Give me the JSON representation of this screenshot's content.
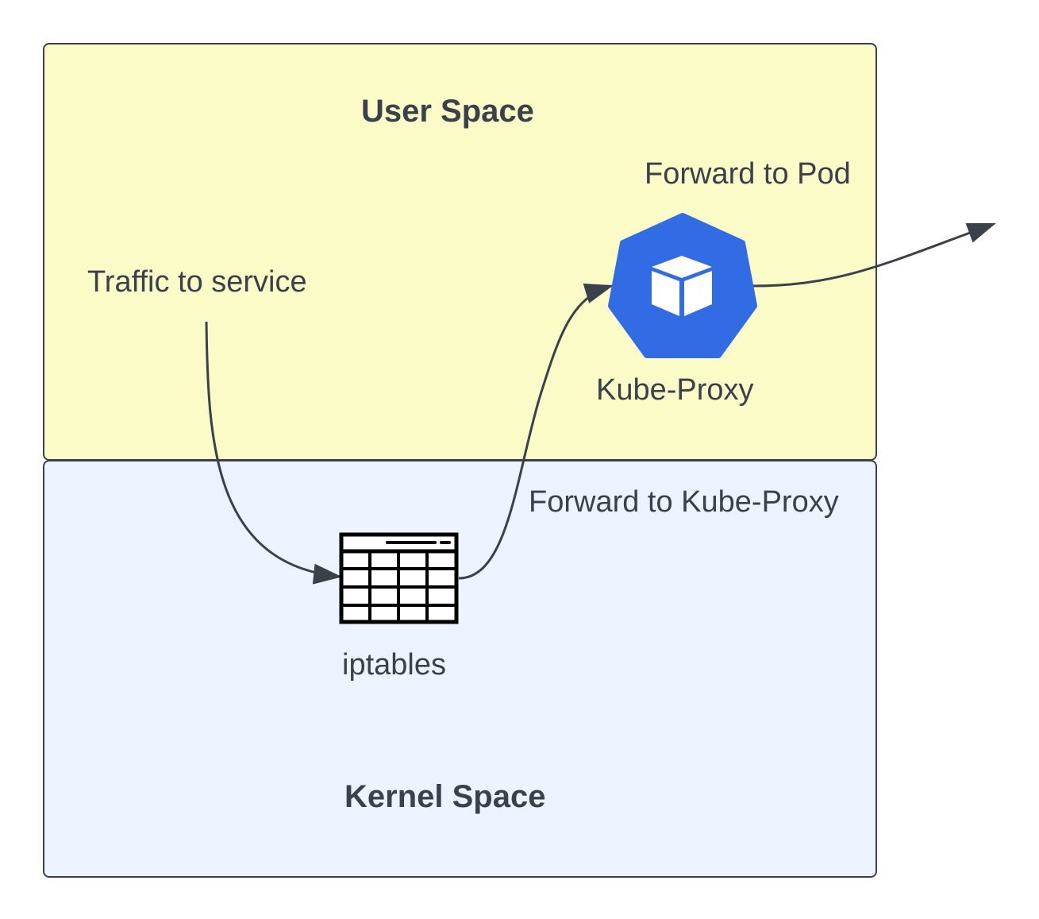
{
  "colors": {
    "user_space_fill": "#fbfbc8",
    "kernel_space_fill": "#edf4ff",
    "border": "#3a414a",
    "text": "#3a414a",
    "kube_blue": "#326ce5",
    "arrow": "#3a414a"
  },
  "user_space": {
    "title": "User Space"
  },
  "kernel_space": {
    "title": "Kernel Space"
  },
  "labels": {
    "traffic_to_service": "Traffic to service",
    "forward_to_pod": "Forward to Pod",
    "forward_to_kube_proxy": "Forward to Kube-Proxy"
  },
  "nodes": {
    "kube_proxy": {
      "label": "Kube-Proxy",
      "icon": "kubernetes-cube-icon"
    },
    "iptables": {
      "label": "iptables",
      "icon": "table-grid-icon"
    }
  }
}
